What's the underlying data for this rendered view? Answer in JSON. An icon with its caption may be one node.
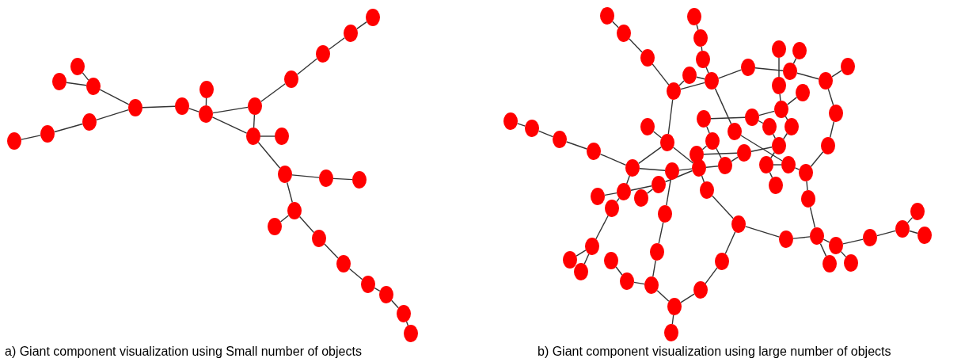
{
  "diagram": {
    "nodes": [
      {
        "text": [],
        "shape": "circle"
      },
      {
        "text": [],
        "shape": "circle"
      },
      {
        "text": [],
        "shape": "circle"
      },
      {
        "text": [],
        "shape": "circle"
      },
      {
        "text": [],
        "shape": "circle"
      },
      {
        "text": [],
        "shape": "circle"
      },
      {
        "text": [],
        "shape": "circle"
      },
      {
        "text": [],
        "shape": "circle"
      },
      {
        "text": [],
        "shape": "circle"
      },
      {
        "text": [],
        "shape": "circle"
      },
      {
        "text": [],
        "shape": "circle"
      },
      {
        "text": [],
        "shape": "circle"
      },
      {
        "text": [],
        "shape": "circle"
      },
      {
        "text": [],
        "shape": "circle"
      },
      {
        "text": [],
        "shape": "circle"
      },
      {
        "text": [],
        "shape": "circle"
      },
      {
        "text": [],
        "shape": "circle"
      },
      {
        "text": [],
        "shape": "circle"
      },
      {
        "text": [],
        "shape": "circle"
      },
      {
        "text": [],
        "shape": "circle"
      },
      {
        "text": [],
        "shape": "circle"
      },
      {
        "text": [],
        "shape": "circle"
      },
      {
        "text": [],
        "shape": "circle"
      },
      {
        "text": [],
        "shape": "circle"
      },
      {
        "text": [],
        "shape": "circle"
      },
      {
        "text": [],
        "shape": "circle"
      },
      {
        "text": [],
        "shape": "circle"
      },
      {
        "text": [],
        "shape": "circle"
      },
      {
        "text": [],
        "shape": "circle"
      },
      {
        "text": [],
        "shape": "circle"
      },
      {
        "text": [],
        "shape": "circle"
      },
      {
        "text": [],
        "shape": "circle"
      },
      {
        "text": [],
        "shape": "circle"
      },
      {
        "text": [],
        "shape": "circle"
      },
      {
        "text": [],
        "shape": "circle"
      },
      {
        "text": [],
        "shape": "circle"
      },
      {
        "text": [],
        "shape": "circle"
      },
      {
        "text": [],
        "shape": "circle"
      },
      {
        "text": [],
        "shape": "circle"
      },
      {
        "text": [],
        "shape": "circle"
      },
      {
        "text": [],
        "shape": "circle"
      },
      {
        "text": [],
        "shape": "circle"
      },
      {
        "text": [],
        "shape": "circle"
      },
      {
        "text": [],
        "shape": "circle"
      },
      {
        "text": [],
        "shape": "circle"
      },
      {
        "text": [],
        "shape": "circle"
      },
      {
        "text": [],
        "shape": "circle"
      },
      {
        "text": [],
        "shape": "circle"
      },
      {
        "text": [],
        "shape": "circle"
      },
      {
        "text": [],
        "shape": "circle"
      },
      {
        "text": [],
        "shape": "circle"
      },
      {
        "text": [],
        "shape": "circle"
      },
      {
        "text": [],
        "shape": "circle"
      },
      {
        "text": [],
        "shape": "circle"
      },
      {
        "text": [],
        "shape": "circle"
      },
      {
        "text": [],
        "shape": "circle"
      },
      {
        "text": [],
        "shape": "circle"
      },
      {
        "text": [],
        "shape": "circle"
      },
      {
        "text": [],
        "shape": "circle"
      },
      {
        "text": [],
        "shape": "circle"
      },
      {
        "text": [],
        "shape": "circle"
      },
      {
        "text": [],
        "shape": "circle"
      },
      {
        "text": [],
        "shape": "circle"
      },
      {
        "text": [],
        "shape": "circle"
      },
      {
        "text": [],
        "shape": "circle"
      },
      {
        "text": [],
        "shape": "circle"
      },
      {
        "text": [],
        "shape": "circle"
      },
      {
        "text": [],
        "shape": "circle"
      },
      {
        "text": [],
        "shape": "circle"
      },
      {
        "text": [],
        "shape": "circle"
      },
      {
        "text": [],
        "shape": "circle"
      },
      {
        "text": [],
        "shape": "circle"
      },
      {
        "text": [],
        "shape": "circle"
      },
      {
        "text": [],
        "shape": "circle"
      },
      {
        "text": [],
        "shape": "circle"
      },
      {
        "text": [],
        "shape": "circle"
      },
      {
        "text": [],
        "shape": "circle"
      },
      {
        "text": [],
        "shape": "circle"
      },
      {
        "text": [],
        "shape": "circle"
      },
      {
        "text": [],
        "shape": "circle"
      },
      {
        "text": [],
        "shape": "circle"
      },
      {
        "text": [],
        "shape": "circle"
      },
      {
        "text": [],
        "shape": "circle"
      },
      {
        "text": [],
        "shape": "circle"
      },
      {
        "text": [],
        "shape": "circle"
      },
      {
        "text": [],
        "shape": "circle"
      },
      {
        "text": [],
        "shape": "circle"
      },
      {
        "text": [],
        "shape": "circle"
      },
      {
        "text": [],
        "shape": "circle"
      },
      {
        "text": [],
        "shape": "circle"
      },
      {
        "text": [],
        "shape": "circle"
      },
      {
        "text": [],
        "shape": "circle"
      },
      {
        "text": [],
        "shape": "circle"
      },
      {
        "text": [],
        "shape": "circle"
      },
      {
        "text": [],
        "shape": "circle"
      },
      {
        "text": [],
        "shape": "circle"
      },
      {
        "text": [],
        "shape": "circle"
      },
      {
        "text": [],
        "shape": "circle"
      },
      {
        "text": [],
        "shape": "circle"
      },
      {
        "text": [],
        "shape": "circle"
      }
    ],
    "edges": [
      {
        "from": 0,
        "to": 1,
        "arrow": "none"
      },
      {
        "from": 1,
        "to": 2,
        "arrow": "none"
      },
      {
        "from": 2,
        "to": 3,
        "arrow": "none"
      },
      {
        "from": 3,
        "to": 4,
        "arrow": "none"
      },
      {
        "from": 4,
        "to": 5,
        "arrow": "none"
      },
      {
        "from": 4,
        "to": 6,
        "arrow": "none"
      },
      {
        "from": 3,
        "to": 7,
        "arrow": "none"
      },
      {
        "from": 7,
        "to": 8,
        "arrow": "none"
      },
      {
        "from": 8,
        "to": 9,
        "arrow": "none"
      },
      {
        "from": 8,
        "to": 10,
        "arrow": "none"
      },
      {
        "from": 8,
        "to": 11,
        "arrow": "none"
      },
      {
        "from": 10,
        "to": 11,
        "arrow": "none"
      },
      {
        "from": 11,
        "to": 12,
        "arrow": "none"
      },
      {
        "from": 11,
        "to": 13,
        "arrow": "none"
      },
      {
        "from": 13,
        "to": 14,
        "arrow": "none"
      },
      {
        "from": 14,
        "to": 15,
        "arrow": "none"
      },
      {
        "from": 13,
        "to": 16,
        "arrow": "none"
      },
      {
        "from": 16,
        "to": 17,
        "arrow": "none"
      },
      {
        "from": 16,
        "to": 18,
        "arrow": "none"
      },
      {
        "from": 18,
        "to": 19,
        "arrow": "none"
      },
      {
        "from": 19,
        "to": 20,
        "arrow": "none"
      },
      {
        "from": 20,
        "to": 21,
        "arrow": "none"
      },
      {
        "from": 21,
        "to": 22,
        "arrow": "none"
      },
      {
        "from": 22,
        "to": 23,
        "arrow": "none"
      },
      {
        "from": 10,
        "to": 24,
        "arrow": "none"
      },
      {
        "from": 24,
        "to": 25,
        "arrow": "none"
      },
      {
        "from": 25,
        "to": 26,
        "arrow": "none"
      },
      {
        "from": 26,
        "to": 27,
        "arrow": "none"
      },
      {
        "from": 28,
        "to": 29,
        "arrow": "none"
      },
      {
        "from": 29,
        "to": 30,
        "arrow": "none"
      },
      {
        "from": 30,
        "to": 31,
        "arrow": "none"
      },
      {
        "from": 31,
        "to": 32,
        "arrow": "none"
      },
      {
        "from": 32,
        "to": 36,
        "arrow": "none"
      },
      {
        "from": 31,
        "to": 36,
        "arrow": "none"
      },
      {
        "from": 33,
        "to": 34,
        "arrow": "none"
      },
      {
        "from": 34,
        "to": 35,
        "arrow": "none"
      },
      {
        "from": 35,
        "to": 36,
        "arrow": "none"
      },
      {
        "from": 36,
        "to": 37,
        "arrow": "none"
      },
      {
        "from": 37,
        "to": 40,
        "arrow": "none"
      },
      {
        "from": 39,
        "to": 40,
        "arrow": "none"
      },
      {
        "from": 38,
        "to": 41,
        "arrow": "none"
      },
      {
        "from": 40,
        "to": 42,
        "arrow": "none"
      },
      {
        "from": 42,
        "to": 43,
        "arrow": "none"
      },
      {
        "from": 42,
        "to": 46,
        "arrow": "none"
      },
      {
        "from": 46,
        "to": 47,
        "arrow": "none"
      },
      {
        "from": 47,
        "to": 67,
        "arrow": "none"
      },
      {
        "from": 67,
        "to": 78,
        "arrow": "none"
      },
      {
        "from": 78,
        "to": 81,
        "arrow": "none"
      },
      {
        "from": 41,
        "to": 45,
        "arrow": "none"
      },
      {
        "from": 45,
        "to": 44,
        "arrow": "none"
      },
      {
        "from": 45,
        "to": 57,
        "arrow": "none"
      },
      {
        "from": 36,
        "to": 56,
        "arrow": "none"
      },
      {
        "from": 56,
        "to": 66,
        "arrow": "none"
      },
      {
        "from": 65,
        "to": 68,
        "arrow": "none"
      },
      {
        "from": 57,
        "to": 58,
        "arrow": "none"
      },
      {
        "from": 58,
        "to": 64,
        "arrow": "none"
      },
      {
        "from": 64,
        "to": 59,
        "arrow": "none"
      },
      {
        "from": 59,
        "to": 45,
        "arrow": "none"
      },
      {
        "from": 64,
        "to": 65,
        "arrow": "none"
      },
      {
        "from": 65,
        "to": 66,
        "arrow": "none"
      },
      {
        "from": 66,
        "to": 67,
        "arrow": "none"
      },
      {
        "from": 63,
        "to": 64,
        "arrow": "none"
      },
      {
        "from": 62,
        "to": 63,
        "arrow": "none"
      },
      {
        "from": 48,
        "to": 49,
        "arrow": "none"
      },
      {
        "from": 49,
        "to": 50,
        "arrow": "none"
      },
      {
        "from": 50,
        "to": 51,
        "arrow": "none"
      },
      {
        "from": 51,
        "to": 52,
        "arrow": "none"
      },
      {
        "from": 52,
        "to": 54,
        "arrow": "none"
      },
      {
        "from": 53,
        "to": 54,
        "arrow": "none"
      },
      {
        "from": 54,
        "to": 31,
        "arrow": "none"
      },
      {
        "from": 52,
        "to": 69,
        "arrow": "none"
      },
      {
        "from": 54,
        "to": 70,
        "arrow": "none"
      },
      {
        "from": 69,
        "to": 77,
        "arrow": "none"
      },
      {
        "from": 77,
        "to": 95,
        "arrow": "none"
      },
      {
        "from": 95,
        "to": 94,
        "arrow": "none"
      },
      {
        "from": 94,
        "to": 93,
        "arrow": "none"
      },
      {
        "from": 93,
        "to": 92,
        "arrow": "none"
      },
      {
        "from": 94,
        "to": 98,
        "arrow": "none"
      },
      {
        "from": 98,
        "to": 99,
        "arrow": "none"
      },
      {
        "from": 98,
        "to": 97,
        "arrow": "none"
      },
      {
        "from": 97,
        "to": 96,
        "arrow": "none"
      },
      {
        "from": 96,
        "to": 79,
        "arrow": "none"
      },
      {
        "from": 79,
        "to": 71,
        "arrow": "none"
      },
      {
        "from": 79,
        "to": 80,
        "arrow": "none"
      },
      {
        "from": 80,
        "to": 81,
        "arrow": "none"
      },
      {
        "from": 81,
        "to": 83,
        "arrow": "none"
      },
      {
        "from": 81,
        "to": 82,
        "arrow": "none"
      },
      {
        "from": 82,
        "to": 84,
        "arrow": "none"
      },
      {
        "from": 82,
        "to": 85,
        "arrow": "none"
      },
      {
        "from": 85,
        "to": 86,
        "arrow": "none"
      },
      {
        "from": 86,
        "to": 87,
        "arrow": "none"
      },
      {
        "from": 86,
        "to": 88,
        "arrow": "none"
      },
      {
        "from": 52,
        "to": 73,
        "arrow": "none"
      },
      {
        "from": 73,
        "to": 74,
        "arrow": "none"
      },
      {
        "from": 73,
        "to": 72,
        "arrow": "none"
      },
      {
        "from": 72,
        "to": 75,
        "arrow": "none"
      },
      {
        "from": 72,
        "to": 70,
        "arrow": "none"
      },
      {
        "from": 73,
        "to": 76,
        "arrow": "none"
      },
      {
        "from": 76,
        "to": 89,
        "arrow": "none"
      },
      {
        "from": 89,
        "to": 90,
        "arrow": "none"
      },
      {
        "from": 89,
        "to": 91,
        "arrow": "none"
      },
      {
        "from": 70,
        "to": 71,
        "arrow": "none"
      },
      {
        "from": 70,
        "to": 62,
        "arrow": "none"
      },
      {
        "from": 60,
        "to": 61,
        "arrow": "none"
      },
      {
        "from": 61,
        "to": 62,
        "arrow": "none"
      },
      {
        "from": 61,
        "to": 55,
        "arrow": "none"
      },
      {
        "from": 55,
        "to": 57,
        "arrow": "none"
      },
      {
        "from": 60,
        "to": 63,
        "arrow": "none"
      },
      {
        "from": 69,
        "to": 70,
        "arrow": "none"
      }
    ],
    "labels": [
      "a) Giant component visualization using Small number of objects",
      "b) Giant component visualization using large number of objects"
    ]
  }
}
